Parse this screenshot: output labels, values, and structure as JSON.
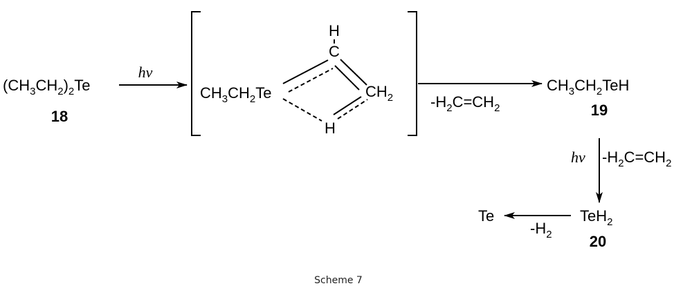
{
  "scheme": {
    "caption": "Scheme 7",
    "reactant": {
      "main": "(CH",
      "sub1": "3",
      "mid": "CH",
      "sub2": "2",
      "paren": ")",
      "sub3": "2",
      "tail": "Te",
      "number": "18"
    },
    "step1_condition": "hv",
    "intermediate": {
      "left": {
        "a": "CH",
        "s1": "3",
        "b": "CH",
        "s2": "2",
        "c": "Te"
      },
      "top_h": "H",
      "top_c": "C",
      "right": {
        "a": "CH",
        "s1": "2"
      },
      "bottom_h": "H"
    },
    "step2_byproduct": {
      "a": "-H",
      "s1": "2",
      "b": "C=CH",
      "s2": "2"
    },
    "product1": {
      "a": "CH",
      "s1": "3",
      "b": "CH",
      "s2": "2",
      "c": "TeH",
      "number": "19"
    },
    "step3_condition": "hv",
    "step3_byproduct": {
      "a": "-H",
      "s1": "2",
      "b": "C=CH",
      "s2": "2"
    },
    "product2": {
      "a": "TeH",
      "s1": "2",
      "number": "20"
    },
    "step4_byproduct": {
      "a": "-H",
      "s1": "2"
    },
    "final_product": "Te"
  }
}
